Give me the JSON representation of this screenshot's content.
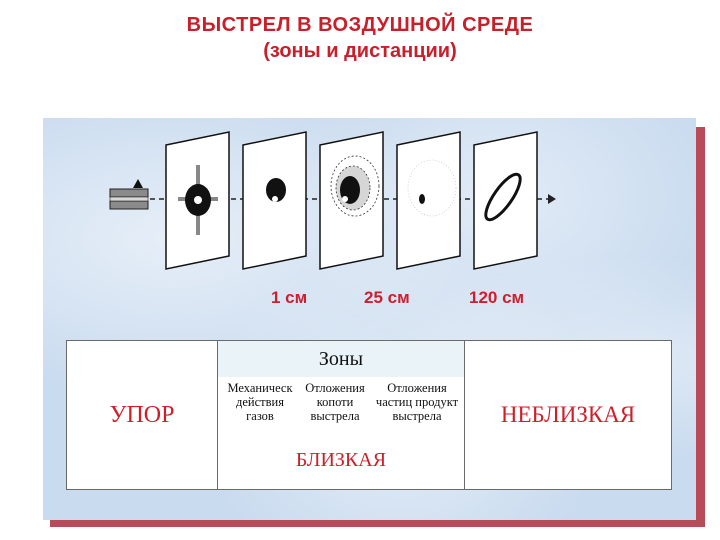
{
  "title": {
    "line1": "ВЫСТРЕЛ  В  ВОЗДУШНОЙ СРЕДЕ",
    "line2": "(зоны  и  дистанции)"
  },
  "distances": [
    "1 см",
    "25 см",
    "120 см"
  ],
  "table": {
    "header": "Зоны",
    "left": "УПОР",
    "right": "НЕБЛИЗКАЯ",
    "middle": "БЛИЗКАЯ",
    "subzones": [
      [
        "Механическ",
        "действия",
        "газов"
      ],
      [
        "Отложения",
        "копоти",
        "выстрела"
      ],
      [
        "Отложения",
        "частиц продукт",
        "выстрела"
      ]
    ]
  },
  "colors": {
    "title": "#c8202a",
    "accent_red": "#cc1f2a",
    "panel_bg": "#c9dbef",
    "panel_shadow": "#b94a5a"
  }
}
